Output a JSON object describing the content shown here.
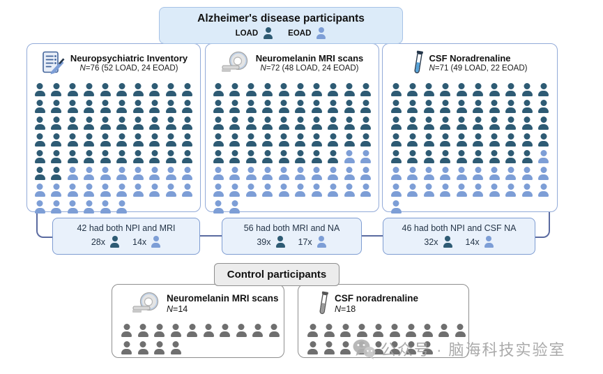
{
  "colors": {
    "load": "#2e5b74",
    "eoad": "#7d9ed6",
    "control": "#6f6f6f",
    "accent_border": "#92aad8",
    "overlap_border": "#7e9cd2",
    "connector": "#5a6aa0",
    "title_box_bg": "#dcebf9"
  },
  "title_box": {
    "title": "Alzheimer's disease participants",
    "legend": [
      {
        "label": "LOAD",
        "color_key": "load"
      },
      {
        "label": "EOAD",
        "color_key": "eoad"
      }
    ]
  },
  "ad_panels": [
    {
      "icon": "checklist-icon",
      "title": "Neuropsychiatric Inventory",
      "n_label": "N",
      "subtitle": "=76 (52 LOAD, 24 EOAD)",
      "grid": {
        "per_row": 10,
        "groups": [
          {
            "count": 52,
            "color_key": "load",
            "label": "LOAD"
          },
          {
            "count": 24,
            "color_key": "eoad",
            "label": "EOAD"
          }
        ]
      }
    },
    {
      "icon": "mri-scanner-icon",
      "title": "Neuromelanin MRI scans",
      "n_label": "N",
      "subtitle": "=72 (48 LOAD, 24 EOAD)",
      "grid": {
        "per_row": 10,
        "groups": [
          {
            "count": 48,
            "color_key": "load",
            "label": "LOAD"
          },
          {
            "count": 24,
            "color_key": "eoad",
            "label": "EOAD"
          }
        ]
      }
    },
    {
      "icon": "test-tube-icon",
      "title": "CSF Noradrenaline",
      "n_label": "N",
      "subtitle": "=71 (49 LOAD, 22 EOAD)",
      "grid": {
        "per_row": 10,
        "groups": [
          {
            "count": 49,
            "color_key": "load",
            "label": "LOAD"
          },
          {
            "count": 22,
            "color_key": "eoad",
            "label": "EOAD"
          }
        ]
      }
    }
  ],
  "overlap_boxes": [
    {
      "text": "42 had both NPI and MRI",
      "load_count": "28x",
      "eoad_count": "14x"
    },
    {
      "text": "56 had both MRI and NA",
      "load_count": "39x",
      "eoad_count": "17x"
    },
    {
      "text": "46 had both NPI and CSF NA",
      "load_count": "32x",
      "eoad_count": "14x"
    }
  ],
  "control": {
    "title": "Control participants",
    "panels": [
      {
        "icon": "mri-scanner-icon",
        "title": "Neuromelanin MRI scans",
        "n_label": "N",
        "subtitle": "=14",
        "grid": {
          "per_row": 10,
          "groups": [
            {
              "count": 14,
              "color_key": "control",
              "label": "Control"
            }
          ]
        }
      },
      {
        "icon": "test-tube-icon",
        "title": "CSF noradrenaline",
        "n_label": "N",
        "subtitle": "=18",
        "grid": {
          "per_row": 10,
          "groups": [
            {
              "count": 18,
              "color_key": "control",
              "label": "Control"
            }
          ]
        }
      }
    ]
  },
  "watermark": {
    "icon": "wechat-icon",
    "text": "公众号 · 脑海科技实验室"
  }
}
